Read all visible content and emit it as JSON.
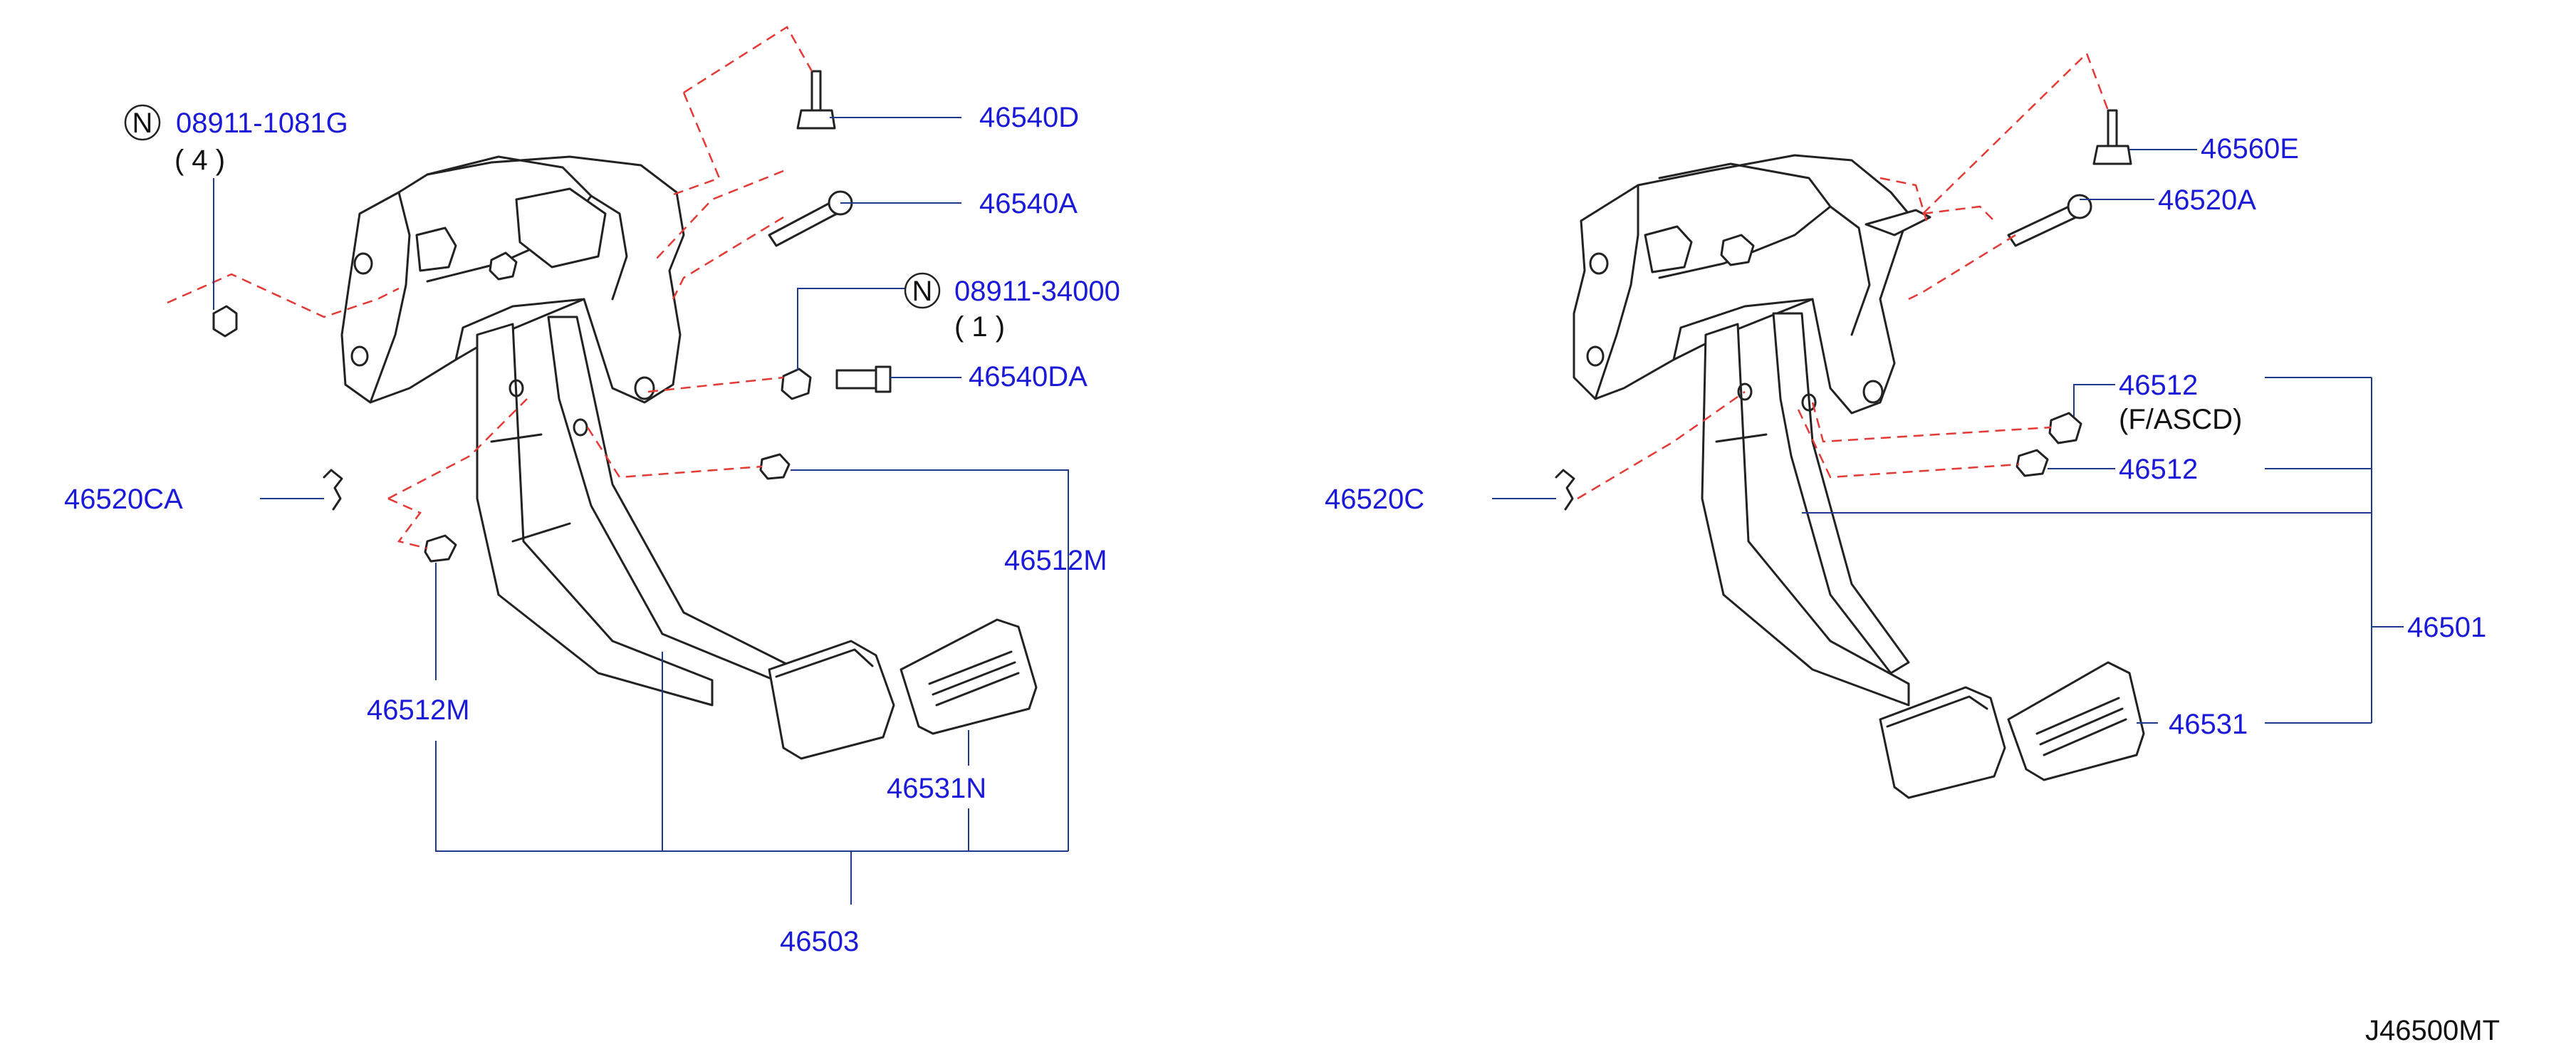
{
  "left_assembly": {
    "callouts": {
      "n_bolt_part": "08911-1081G",
      "n_bolt_qty": "( 4 )",
      "bolt_d": "46540D",
      "bolt_a": "46540A",
      "n_nut_part": "08911-34000",
      "n_nut_qty": "( 1 )",
      "bolt_da": "46540DA",
      "clip": "46520CA",
      "stopper_right": "46512M",
      "stopper_left": "46512M",
      "pad": "46531N",
      "assembly": "46503"
    }
  },
  "right_assembly": {
    "callouts": {
      "bolt_e": "46560E",
      "bolt_a": "46520A",
      "stopper_ascd": "46512",
      "ascd_note": "(F/ASCD)",
      "stopper": "46512",
      "clip": "46520C",
      "assembly": "46501",
      "pad": "46531"
    }
  },
  "badge_letter": "N",
  "figure_code": "J46500MT"
}
